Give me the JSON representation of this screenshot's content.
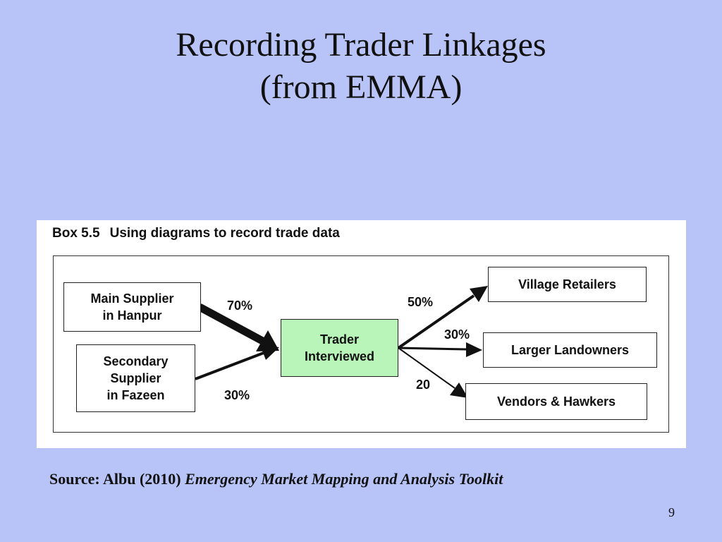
{
  "slide": {
    "title_line1": "Recording Trader Linkages",
    "title_line2": "(from EMMA)",
    "page_number": "9"
  },
  "figure": {
    "box_number": "Box 5.5",
    "box_heading": "Using diagrams to record trade data",
    "nodes": {
      "main_supplier": [
        "Main Supplier",
        "in Hanpur"
      ],
      "secondary_supplier": [
        "Secondary",
        "Supplier",
        "in Fazeen"
      ],
      "trader": [
        "Trader",
        "Interviewed"
      ],
      "village_retailers": [
        "Village Retailers"
      ],
      "larger_landowners": [
        "Larger Landowners"
      ],
      "vendors_hawkers": [
        "Vendors & Hawkers"
      ]
    },
    "flows": {
      "main_to_trader": "70%",
      "secondary_to_trader": "30%",
      "trader_to_village": "50%",
      "trader_to_landowners": "30%",
      "trader_to_vendors": "20"
    }
  },
  "source": {
    "prefix": "Source: Albu (2010)",
    "book_title": "Emergency Market Mapping and Analysis Toolkit"
  }
}
